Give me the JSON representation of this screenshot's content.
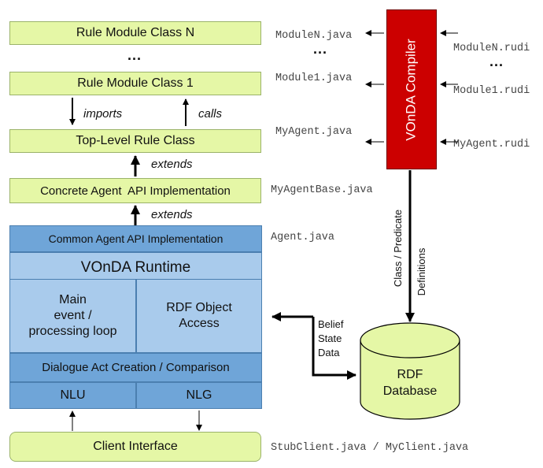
{
  "rule_modules": {
    "module_n": "Rule Module Class N",
    "dots": "...",
    "module_1": "Rule Module Class 1",
    "imports": "imports",
    "calls": "calls",
    "top_level": "Top-Level Rule Class",
    "extends_1": "extends",
    "concrete_agent": "Concrete Agent  API Implementation",
    "extends_2": "extends"
  },
  "runtime_stack": {
    "common_api": "Common Agent API Implementation",
    "vonda_runtime": "VOnDA Runtime",
    "main_loop_lines": [
      "Main",
      "event /",
      "processing loop"
    ],
    "rdf_access_lines": [
      "RDF Object",
      "Access"
    ],
    "dialogue_act": "Dialogue Act Creation / Comparison",
    "nlu": "NLU",
    "nlg": "NLG"
  },
  "client": {
    "label": "Client Interface",
    "file": "StubClient.java / MyClient.java"
  },
  "java_files": {
    "module_n": "ModuleN.java",
    "dots": "...",
    "module_1": "Module1.java",
    "my_agent": "MyAgent.java",
    "agent_base": "MyAgentBase.java",
    "agent": "Agent.java"
  },
  "compiler": {
    "label": "VOnDA Compiler",
    "color": "#cc0000"
  },
  "rudi_files": {
    "module_n": "ModuleN.rudi",
    "dots": "...",
    "module_1": "Module1.rudi",
    "my_agent": "MyAgent.rudi"
  },
  "definitions": {
    "line1": "Class / Predicate",
    "line2": "Definitions"
  },
  "belief": {
    "lines": [
      "Belief",
      "State",
      "Data"
    ]
  },
  "database": {
    "lines": [
      "RDF",
      "Database"
    ],
    "color": "#e5f7a6"
  }
}
